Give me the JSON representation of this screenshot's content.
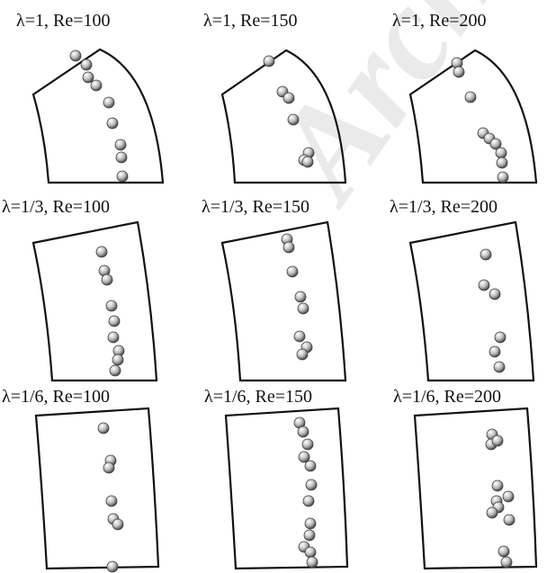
{
  "panels": [
    {
      "label": "λ=1, Re=100"
    },
    {
      "label": "λ=1, Re=150"
    },
    {
      "label": "λ=1, Re=200"
    },
    {
      "label": "λ=1/3, Re=100"
    },
    {
      "label": "λ=1/3, Re=150"
    },
    {
      "label": "λ=1/3, Re=200"
    },
    {
      "label": "λ=1/6, Re=100"
    },
    {
      "label": "λ=1/6, Re=150"
    },
    {
      "label": "λ=1/6, Re=200"
    }
  ],
  "watermark": "Archive"
}
